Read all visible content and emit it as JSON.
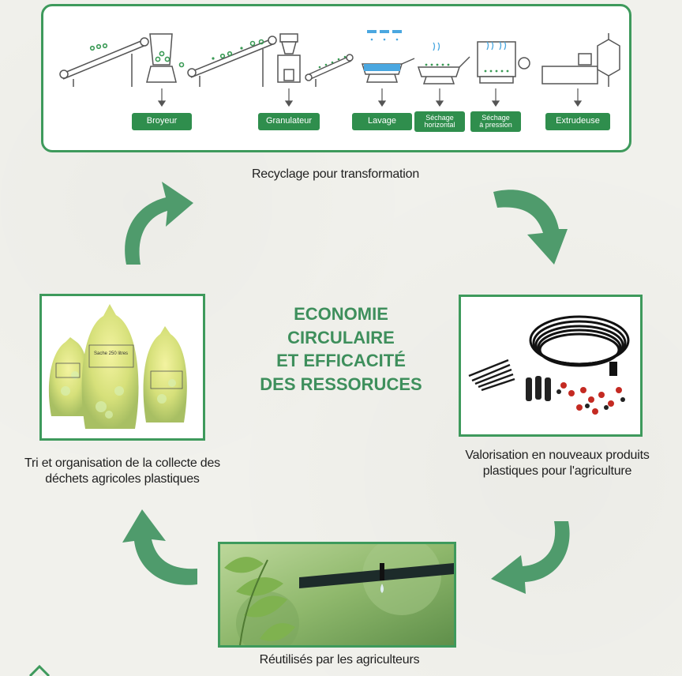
{
  "process": {
    "steps": [
      {
        "id": "broyeur",
        "label": "Broyeur"
      },
      {
        "id": "granulateur",
        "label": "Granulateur"
      },
      {
        "id": "lavage",
        "label": "Lavage"
      },
      {
        "id": "sechage-horizontal",
        "label_line1": "Séchage",
        "label_line2": "horizontal"
      },
      {
        "id": "sechage-pression",
        "label_line1": "Séchage",
        "label_line2": "à pression"
      },
      {
        "id": "extrudeuse",
        "label": "Extrudeuse"
      }
    ],
    "caption": "Recyclage pour transformation"
  },
  "center_title": {
    "line1": "ECONOMIE",
    "line2": "CIRCULAIRE",
    "line3": "ET EFFICACITÉ",
    "line4": "DES RESSORUCES"
  },
  "left": {
    "caption_line1": "Tri et organisation de la collecte des",
    "caption_line2": "déchets agricoles plastiques",
    "bag_label": "Sache 250 litres"
  },
  "right": {
    "caption_line1": "Valorisation en nouveaux produits",
    "caption_line2": "plastiques pour l'agriculture"
  },
  "bottom": {
    "caption": "Réutilisés par les agriculteurs"
  },
  "colors": {
    "green": "#3e9a5c",
    "label_green": "#2f8e4d",
    "arrow_green": "#4f9b6c",
    "title_green": "#3e8f5c"
  }
}
